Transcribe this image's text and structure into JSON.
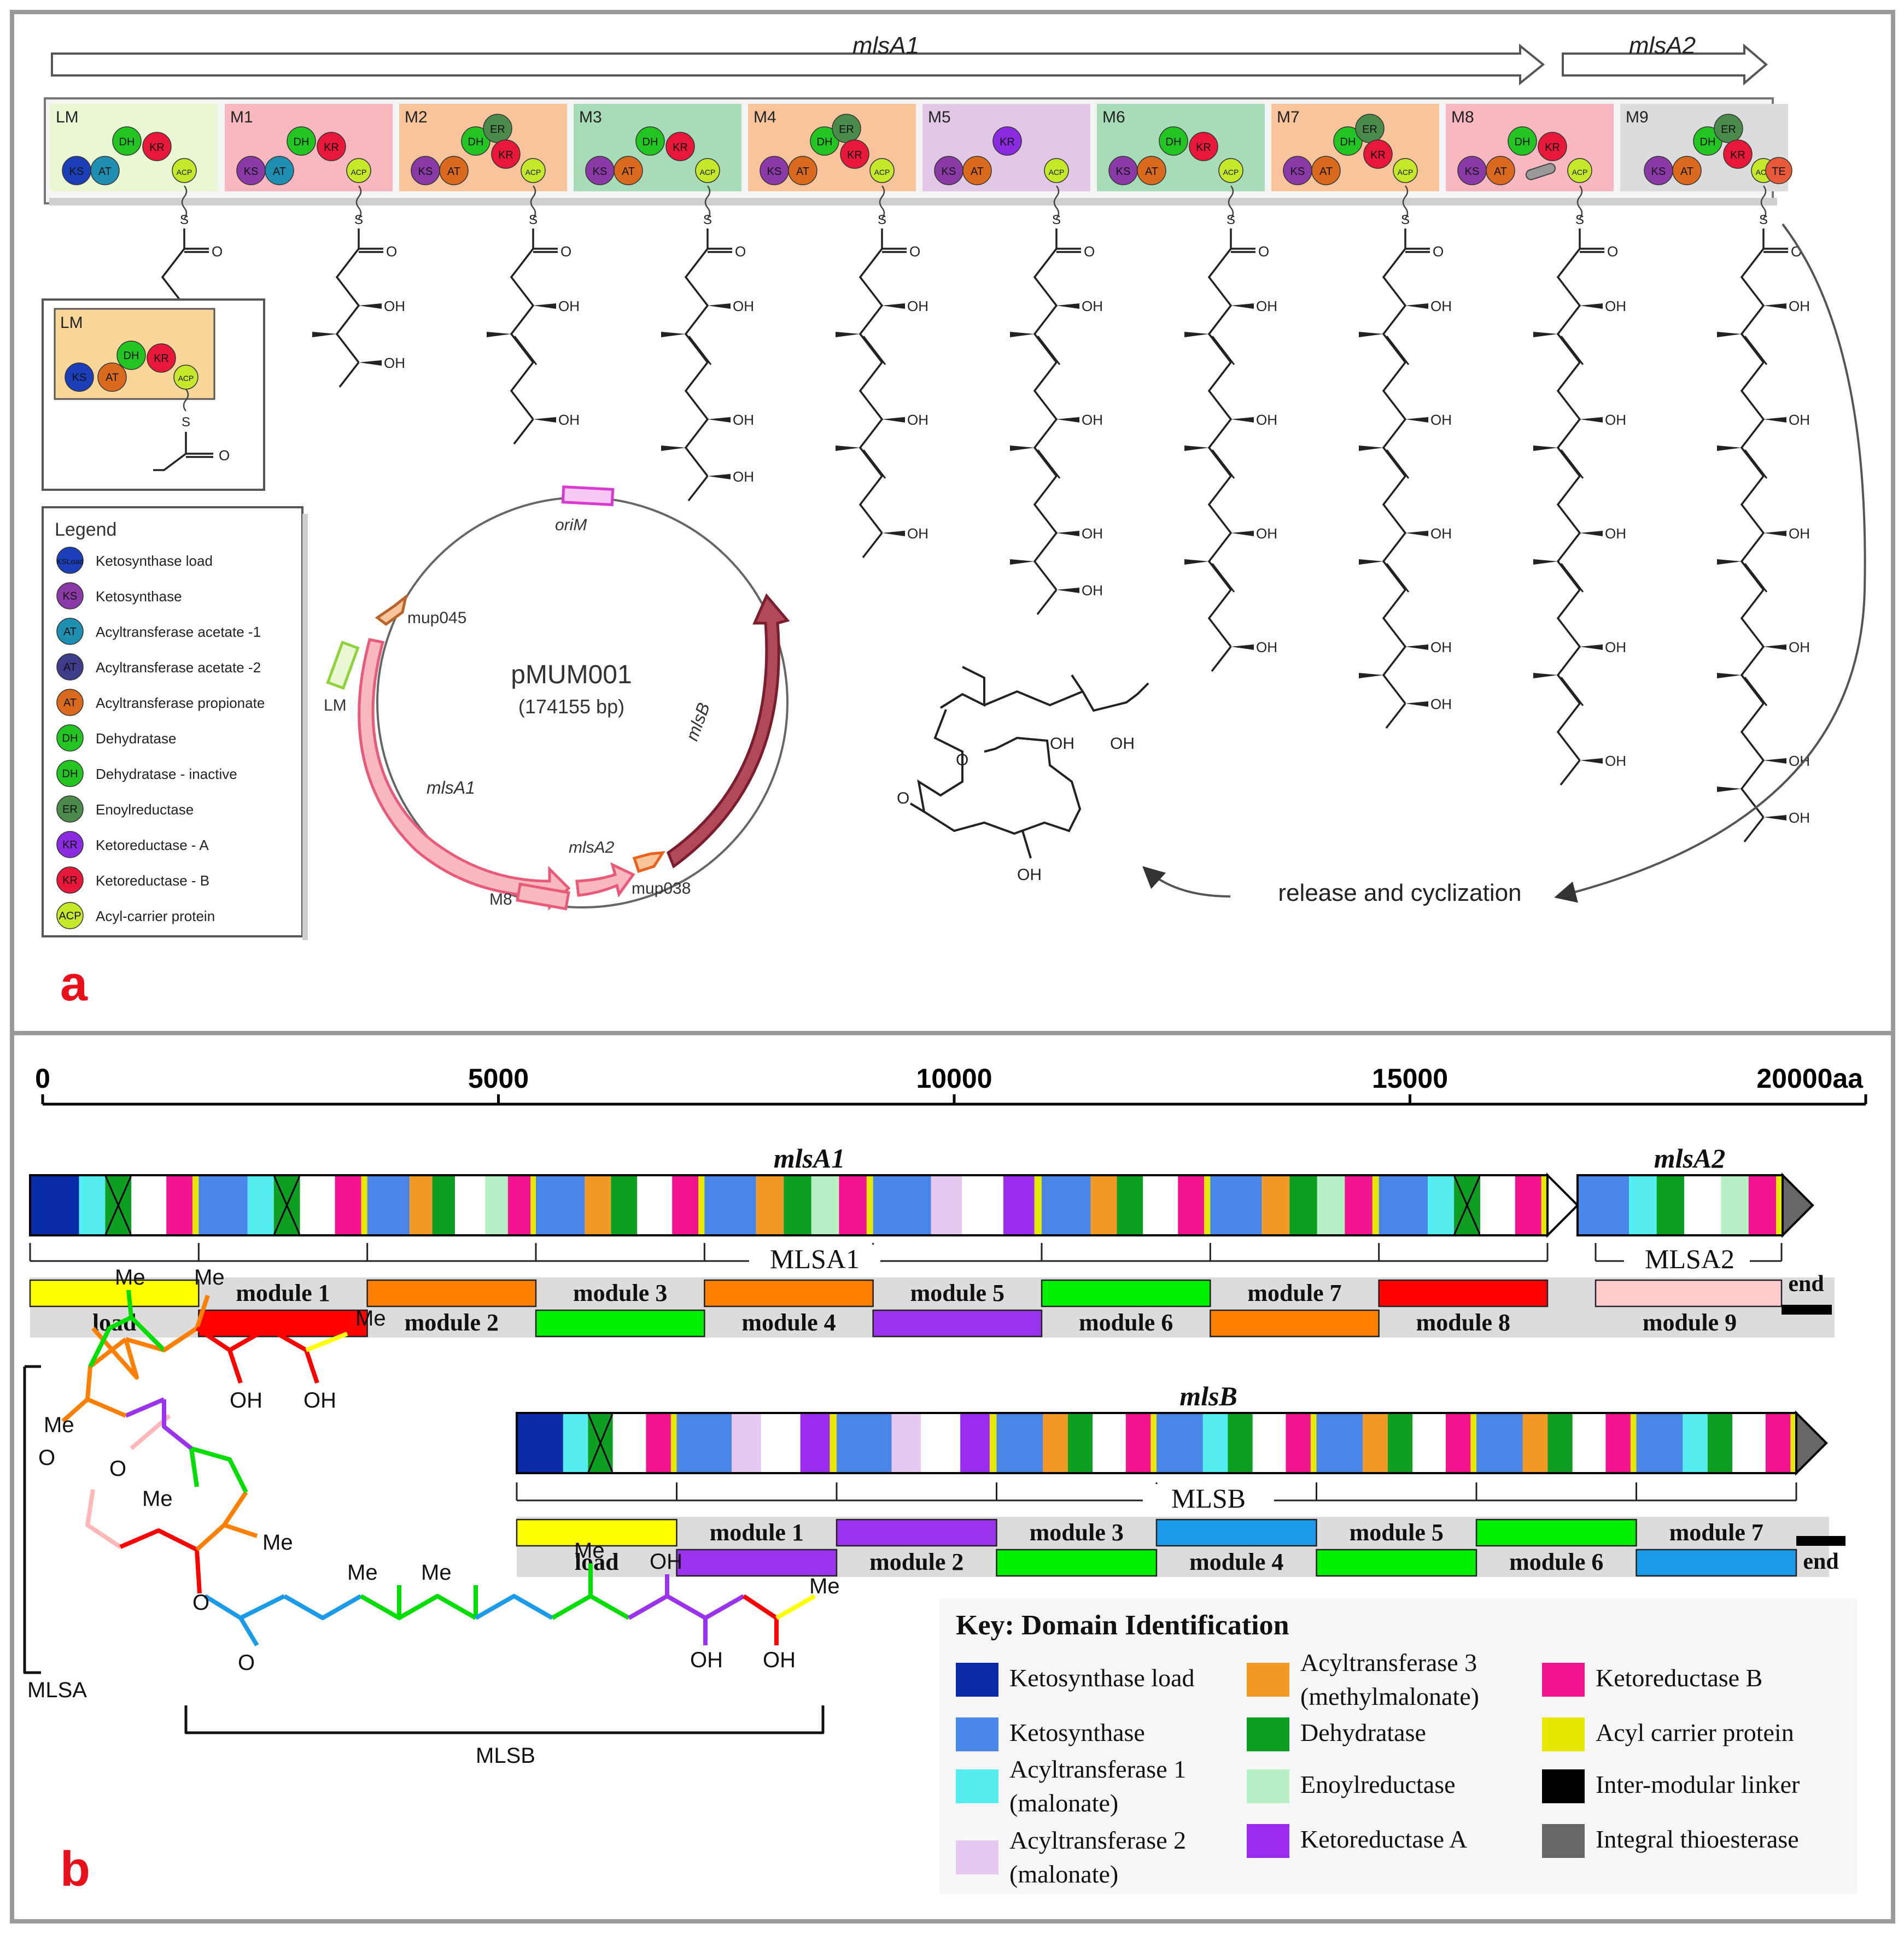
{
  "colors": {
    "KSload": "#1a3fb8",
    "KS": "#8a3aa6",
    "AT1": "#1e8fb0",
    "AT2": "#3d3d8a",
    "ATprop": "#d96a1e",
    "DH": "#22c522",
    "ER": "#4a8a4a",
    "KRA": "#8a2be2",
    "KRB": "#e8183a",
    "ACP": "#c6e82a",
    "bKSload": "#0a2aa8",
    "bKS": "#4a86e8",
    "bAT1": "#55eef0",
    "bAT2": "#e6c8f0",
    "bAT3": "#f39a26",
    "bDH": "#0e9e22",
    "bER": "#b8f0c6",
    "bKRA": "#9b2cf0",
    "bKRB": "#f0148e",
    "bACP": "#e6e800",
    "bLinker": "#000000",
    "bTE": "#666666",
    "mod_yellow": "#ffff00",
    "mod_orange": "#ff7f00",
    "mod_red": "#ff0000",
    "mod_green": "#00ee00",
    "mod_purple": "#9933ee",
    "mod_pink": "#ffcccc",
    "mod_blue": "#1a9ae8"
  },
  "panel_a": {
    "label": "a",
    "gene_arrows": [
      "mlsA1",
      "mlsA2"
    ],
    "modules": [
      {
        "name": "LM",
        "bg": "#eaf7d4",
        "domains": [
          "KSload",
          "AT1",
          "DH",
          "KR",
          "ACP"
        ]
      },
      {
        "name": "M1",
        "bg": "#f7b8c0",
        "domains": [
          "KS",
          "AT1",
          "DH",
          "KR",
          "ACP"
        ]
      },
      {
        "name": "M2",
        "bg": "#f7c49c",
        "domains": [
          "KS",
          "AT",
          "DH",
          "ER",
          "KR",
          "ACP"
        ]
      },
      {
        "name": "M3",
        "bg": "#a8dcb8",
        "domains": [
          "KS",
          "AT",
          "DH",
          "KR",
          "ACP"
        ]
      },
      {
        "name": "M4",
        "bg": "#f7c49c",
        "domains": [
          "KS",
          "AT",
          "DH",
          "ER",
          "KR",
          "ACP"
        ]
      },
      {
        "name": "M5",
        "bg": "#e2c8e6",
        "domains": [
          "KS",
          "AT",
          "KR",
          "ACP"
        ]
      },
      {
        "name": "M6",
        "bg": "#a8dcb8",
        "domains": [
          "KS",
          "AT",
          "DH",
          "KR",
          "ACP"
        ]
      },
      {
        "name": "M7",
        "bg": "#f7c49c",
        "domains": [
          "KS",
          "AT",
          "DH",
          "ER",
          "KR",
          "ACP"
        ]
      },
      {
        "name": "M8",
        "bg": "#f7b8c0",
        "domains": [
          "KS",
          "AT",
          "DH",
          "KR",
          "ACP"
        ]
      },
      {
        "name": "M9",
        "bg": "#dcdcdc",
        "domains": [
          "KS",
          "AT",
          "DH",
          "ER",
          "KR",
          "ACP",
          "TE"
        ]
      }
    ],
    "alt_lm": {
      "name": "LM",
      "domains": [
        "KSload",
        "AT",
        "DH",
        "KR",
        "ACP"
      ]
    },
    "chem_labels": {
      "S": "S",
      "O": "O",
      "OH": "OH"
    },
    "legend": {
      "title": "Legend",
      "items": [
        {
          "abbr": "KSLoad",
          "label": "Ketosynthase load",
          "color": "#1a3fb8"
        },
        {
          "abbr": "KS",
          "label": "Ketosynthase",
          "color": "#8a3aa6"
        },
        {
          "abbr": "AT",
          "label": "Acyltransferase acetate -1",
          "color": "#1e8fb0"
        },
        {
          "abbr": "AT",
          "label": "Acyltransferase acetate -2",
          "color": "#3d3d8a"
        },
        {
          "abbr": "AT",
          "label": "Acyltransferase propionate",
          "color": "#d96a1e"
        },
        {
          "abbr": "DH",
          "label": "Dehydratase",
          "color": "#22c522"
        },
        {
          "abbr": "DH",
          "label": "Dehydratase - inactive",
          "color": "#22c522"
        },
        {
          "abbr": "ER",
          "label": "Enoylreductase",
          "color": "#4a8a4a"
        },
        {
          "abbr": "KR",
          "label": "Ketoreductase - A",
          "color": "#8a2be2"
        },
        {
          "abbr": "KR",
          "label": "Ketoreductase - B",
          "color": "#e8183a"
        },
        {
          "abbr": "ACP",
          "label": "Acyl-carrier protein",
          "color": "#c6e82a"
        }
      ]
    },
    "plasmid": {
      "name": "pMUM001",
      "size": "(174155 bp)",
      "features": [
        "oriM",
        "mup045",
        "LM",
        "mlsA1",
        "mlsA2",
        "mlsB",
        "M8",
        "mup038"
      ]
    },
    "release_text": "release and cyclization"
  },
  "panel_b": {
    "label": "b",
    "scale": {
      "ticks": [
        "0",
        "5000",
        "10000",
        "15000",
        "20000aa"
      ],
      "max": 20000
    },
    "genes": [
      {
        "name": "mlsA1",
        "protein": "MLSA1",
        "start": 0,
        "end": 16600,
        "segments": [
          [
            "bKSload",
            "bAT1",
            "bDH_x",
            "blank",
            "bKRB",
            "bACP"
          ],
          [
            "bKS",
            "bAT1",
            "bDH_x",
            "blank",
            "bKRB",
            "bACP"
          ],
          [
            "bKS",
            "bAT3",
            "bDH",
            "blank",
            "bER",
            "bKRB",
            "bACP"
          ],
          [
            "bKS",
            "bAT3",
            "bDH",
            "blank",
            "bKRB",
            "bACP"
          ],
          [
            "bKS",
            "bAT3",
            "bDH",
            "bER",
            "bKRB",
            "bACP"
          ],
          [
            "bKS",
            "bAT2",
            "blank",
            "bKRA",
            "bACP"
          ],
          [
            "bKS",
            "bAT3",
            "bDH",
            "blank",
            "bKRB",
            "bACP"
          ],
          [
            "bKS",
            "bAT3",
            "bDH",
            "bER",
            "bKRB",
            "bACP"
          ],
          [
            "bKS",
            "bAT1",
            "bDH_x",
            "blank",
            "bKRB",
            "bACP"
          ]
        ]
      },
      {
        "name": "mlsA2",
        "protein": "MLSA2",
        "segments": [
          [
            "bKS",
            "bAT1",
            "bDH",
            "blank",
            "bER",
            "bKRB",
            "bACP",
            "bTE"
          ]
        ]
      },
      {
        "name": "mlsB",
        "protein": "MLSB",
        "segments": [
          [
            "bKSload",
            "bAT1",
            "bDH_x",
            "blank",
            "bKRB",
            "bACP"
          ],
          [
            "bKS",
            "bAT2",
            "blank",
            "bKRA",
            "bACP"
          ],
          [
            "bKS",
            "bAT2",
            "blank",
            "bKRA",
            "bACP"
          ],
          [
            "bKS",
            "bAT3",
            "bDH",
            "blank",
            "bKRB",
            "bACP"
          ],
          [
            "bKS",
            "bAT1",
            "bDH",
            "blank",
            "bKRB",
            "bACP"
          ],
          [
            "bKS",
            "bAT3",
            "bDH",
            "blank",
            "bKRB",
            "bACP"
          ],
          [
            "bKS",
            "bAT3",
            "bDH",
            "blank",
            "bKRB",
            "bACP"
          ],
          [
            "bKS",
            "bAT1",
            "bDH",
            "blank",
            "bKRB",
            "bACP",
            "bTE"
          ]
        ]
      }
    ],
    "mlsA_modules": [
      {
        "label": "load",
        "color": "mod_yellow"
      },
      {
        "label": "module 1",
        "color": "mod_red"
      },
      {
        "label": "module 2",
        "color": "mod_orange"
      },
      {
        "label": "module 3",
        "color": "mod_green"
      },
      {
        "label": "module 4",
        "color": "mod_orange"
      },
      {
        "label": "module 5",
        "color": "mod_purple"
      },
      {
        "label": "module 6",
        "color": "mod_green"
      },
      {
        "label": "module 7",
        "color": "mod_orange"
      },
      {
        "label": "module 8",
        "color": "mod_red"
      }
    ],
    "mlsA2_modules": [
      {
        "label": "module 9",
        "color": "mod_pink"
      },
      {
        "label": "end",
        "color": "bLinker"
      }
    ],
    "mlsB_modules": [
      {
        "label": "load",
        "color": "mod_yellow"
      },
      {
        "label": "module 1",
        "color": "mod_purple"
      },
      {
        "label": "module 2",
        "color": "mod_purple"
      },
      {
        "label": "module 3",
        "color": "mod_green"
      },
      {
        "label": "module 4",
        "color": "mod_blue"
      },
      {
        "label": "module 5",
        "color": "mod_green"
      },
      {
        "label": "module 6",
        "color": "mod_green"
      },
      {
        "label": "module 7",
        "color": "mod_blue"
      },
      {
        "label": "end",
        "color": "bLinker"
      }
    ],
    "structure_labels": {
      "me": "Me",
      "oh": "OH",
      "o": "O",
      "mlsa": "MLSA",
      "mlsb": "MLSB"
    },
    "key": {
      "title": "Key: Domain Identification",
      "items": [
        {
          "label": "Ketosynthase load",
          "color": "#0a2aa8"
        },
        {
          "label": "Ketosynthase",
          "color": "#4a86e8"
        },
        {
          "label": "Acyltransferase 1\n(malonate)",
          "color": "#55eef0"
        },
        {
          "label": "Acyltransferase 2\n(malonate)",
          "color": "#e6c8f0"
        },
        {
          "label": "Acyltransferase 3\n(methylmalonate)",
          "color": "#f39a26"
        },
        {
          "label": "Dehydratase",
          "color": "#0e9e22"
        },
        {
          "label": "Enoylreductase",
          "color": "#b8f0c6"
        },
        {
          "label": "Ketoreductase A",
          "color": "#9b2cf0"
        },
        {
          "label": "Ketoreductase B",
          "color": "#f0148e"
        },
        {
          "label": "Acyl carrier protein",
          "color": "#e6e800"
        },
        {
          "label": "Inter-modular linker",
          "color": "#000000"
        },
        {
          "label": "Integral thioesterase",
          "color": "#666666"
        }
      ]
    }
  }
}
